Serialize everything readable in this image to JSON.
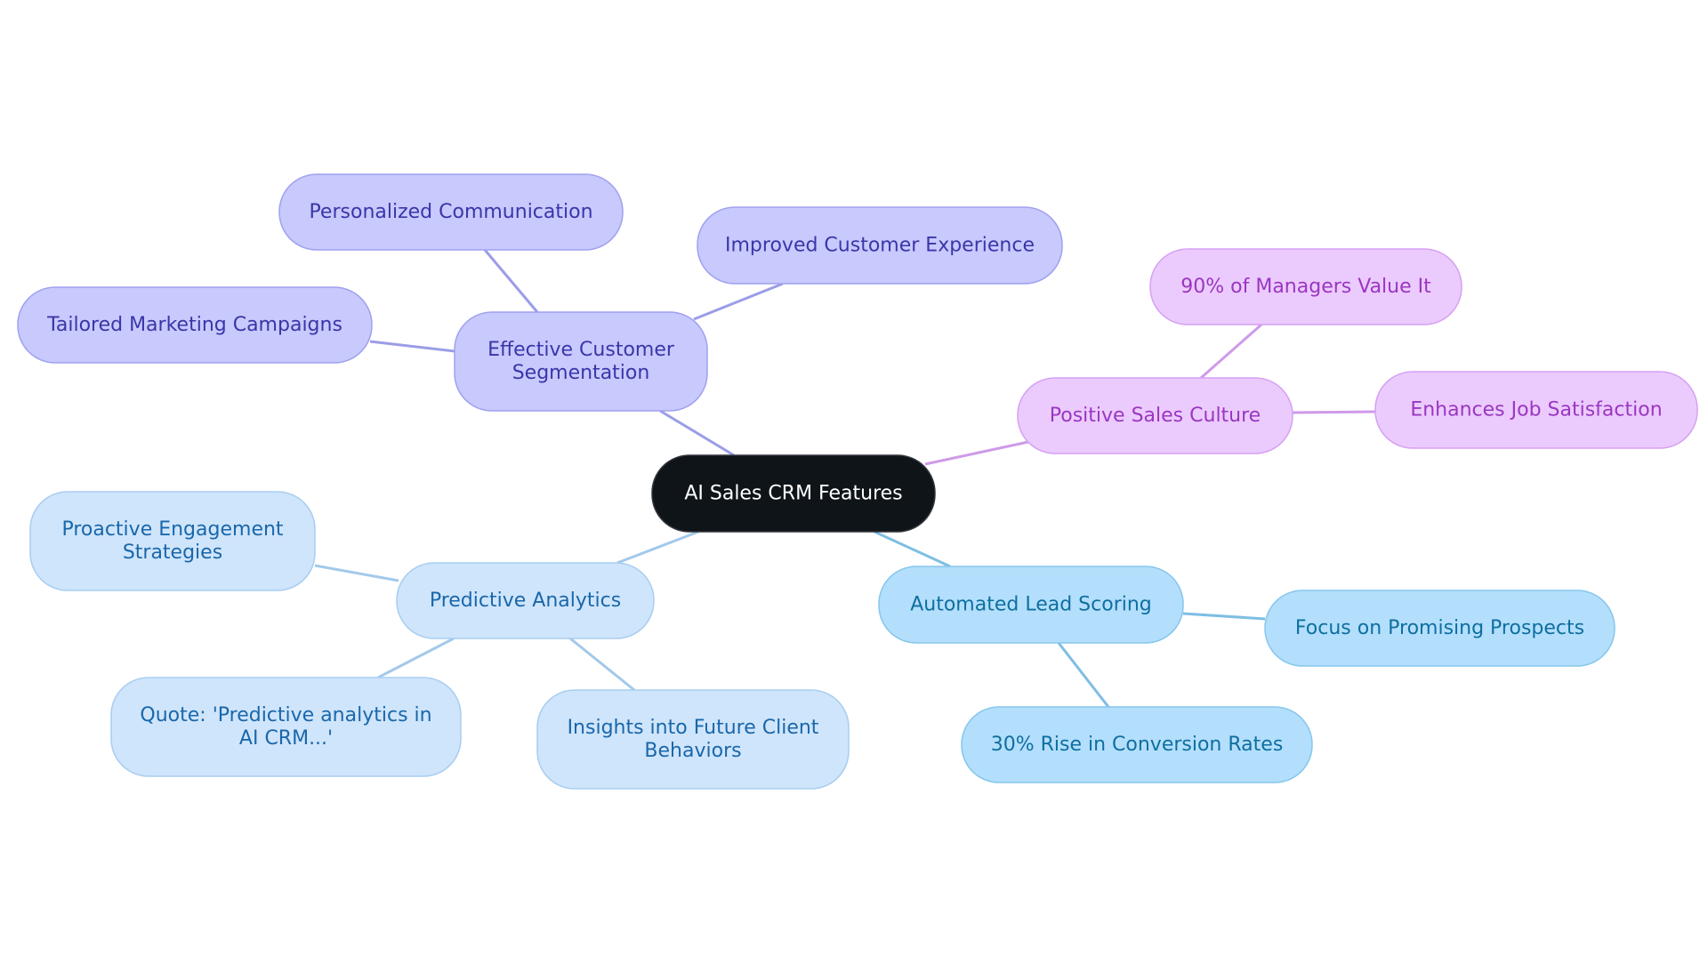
{
  "colors": {
    "root_fill": "#0f1419",
    "root_stroke": "#33373d",
    "root_text": "#ffffff",
    "indigo_fill": "#c8c9fd",
    "indigo_stroke": "#9fa1ef",
    "indigo_text": "#3c35a8",
    "indigo_edge": "#9b9de8",
    "violet_fill": "#ebcbfd",
    "violet_stroke": "#d6a0f3",
    "violet_text": "#9b36c2",
    "violet_edge": "#cf9ae8",
    "blue_fill": "#b3dffc",
    "blue_stroke": "#86c6ec",
    "blue_text": "#0f6fa0",
    "blue_edge": "#7ebee3",
    "lightblue_fill": "#cfe5fb",
    "lightblue_stroke": "#a8cdf0",
    "lightblue_text": "#1a67aa",
    "lightblue_edge": "#a3c9ea",
    "background": "#ffffff"
  },
  "mindmap": {
    "root": {
      "id": "root",
      "lines": [
        "AI Sales CRM Features"
      ],
      "scheme": "root"
    },
    "nodes": [
      {
        "id": "segmentation",
        "parent": "root",
        "lines": [
          "Effective Customer",
          "Segmentation"
        ],
        "scheme": "indigo"
      },
      {
        "id": "personalized",
        "parent": "segmentation",
        "lines": [
          "Personalized Communication"
        ],
        "scheme": "indigo"
      },
      {
        "id": "experience",
        "parent": "segmentation",
        "lines": [
          "Improved Customer Experience"
        ],
        "scheme": "indigo"
      },
      {
        "id": "tailored",
        "parent": "segmentation",
        "lines": [
          "Tailored Marketing Campaigns"
        ],
        "scheme": "indigo"
      },
      {
        "id": "culture",
        "parent": "root",
        "lines": [
          "Positive Sales Culture"
        ],
        "scheme": "violet"
      },
      {
        "id": "managers",
        "parent": "culture",
        "lines": [
          "90% of Managers Value It"
        ],
        "scheme": "violet"
      },
      {
        "id": "satisfaction",
        "parent": "culture",
        "lines": [
          "Enhances Job Satisfaction"
        ],
        "scheme": "violet"
      },
      {
        "id": "scoring",
        "parent": "root",
        "lines": [
          "Automated Lead Scoring"
        ],
        "scheme": "blue"
      },
      {
        "id": "prospects",
        "parent": "scoring",
        "lines": [
          "Focus on Promising Prospects"
        ],
        "scheme": "blue"
      },
      {
        "id": "conversion",
        "parent": "scoring",
        "lines": [
          "30% Rise in Conversion Rates"
        ],
        "scheme": "blue"
      },
      {
        "id": "predictive",
        "parent": "root",
        "lines": [
          "Predictive Analytics"
        ],
        "scheme": "lightblue"
      },
      {
        "id": "proactive",
        "parent": "predictive",
        "lines": [
          "Proactive Engagement",
          "Strategies"
        ],
        "scheme": "lightblue"
      },
      {
        "id": "quote",
        "parent": "predictive",
        "lines": [
          "Quote: 'Predictive analytics in",
          "AI CRM...'"
        ],
        "scheme": "lightblue"
      },
      {
        "id": "insights",
        "parent": "predictive",
        "lines": [
          "Insights into Future Client",
          "Behaviors"
        ],
        "scheme": "lightblue"
      }
    ]
  }
}
